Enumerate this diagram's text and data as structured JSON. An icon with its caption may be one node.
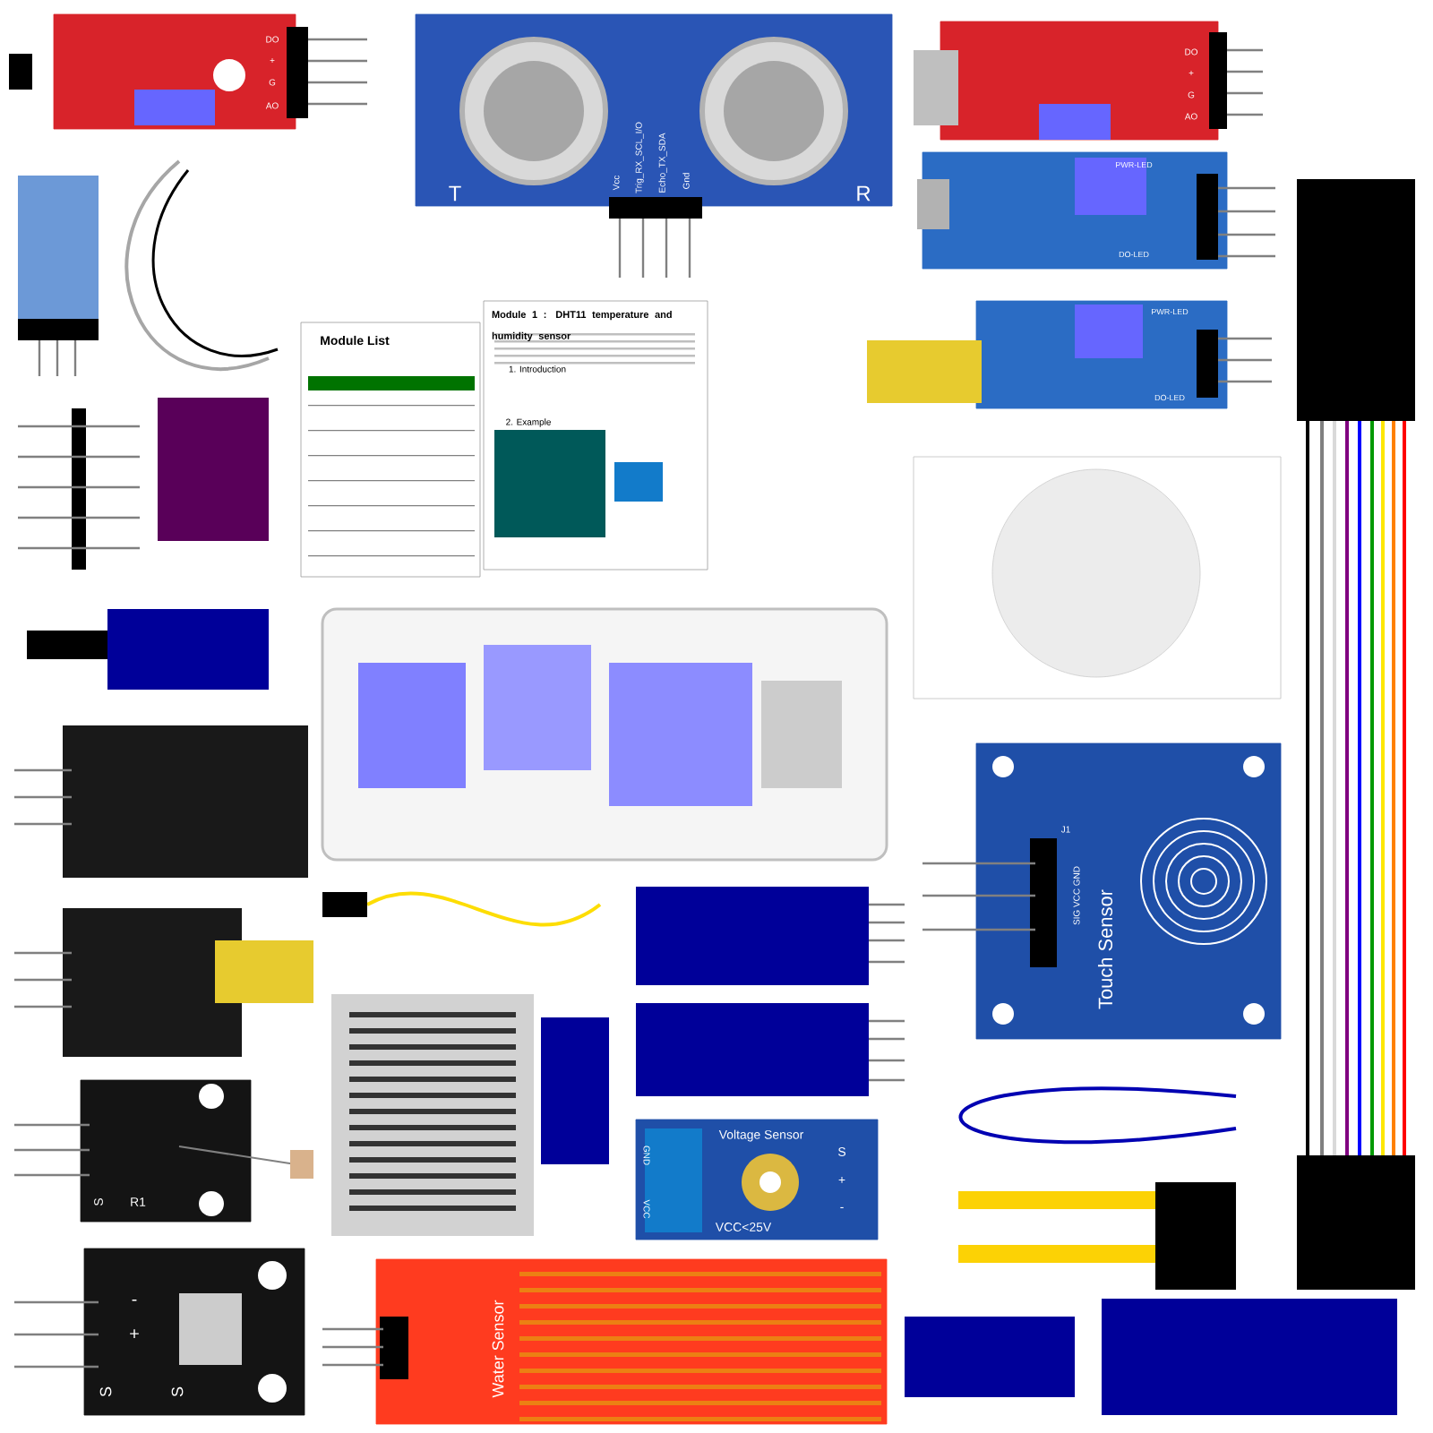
{
  "diagram": {
    "nodes": [
      {
        "text": [
          "T",
          "R",
          "Vcc",
          "Trig_RX_SCL_I/O",
          "Echo_TX_SDA",
          "Gnd"
        ]
      },
      {
        "text": [
          "Module 1 : DHT11 temperature and humidity sensor",
          "1. Introduction",
          "2. Example"
        ]
      },
      {
        "text": [
          "Module List"
        ]
      },
      {
        "text": [
          "Touch Sensor",
          "SIG VCC GND",
          "J1"
        ]
      },
      {
        "text": [
          "PWR-LED",
          "DO-LED"
        ]
      },
      {
        "text": [
          "PWR-LED",
          "DO-LED"
        ]
      },
      {
        "text": [
          "Voltage Sensor",
          "VCC<25V",
          "GND",
          "VCC",
          "S",
          "+",
          "-"
        ]
      },
      {
        "text": [
          "Water Sensor"
        ]
      },
      {
        "text": [
          "DO",
          "+",
          "G",
          "AO"
        ]
      },
      {
        "text": [
          "DO",
          "+",
          "G",
          "AO"
        ]
      },
      {
        "text": [
          "S",
          "R1"
        ]
      },
      {
        "text": [
          "-",
          "+",
          "S",
          "S"
        ]
      }
    ]
  }
}
